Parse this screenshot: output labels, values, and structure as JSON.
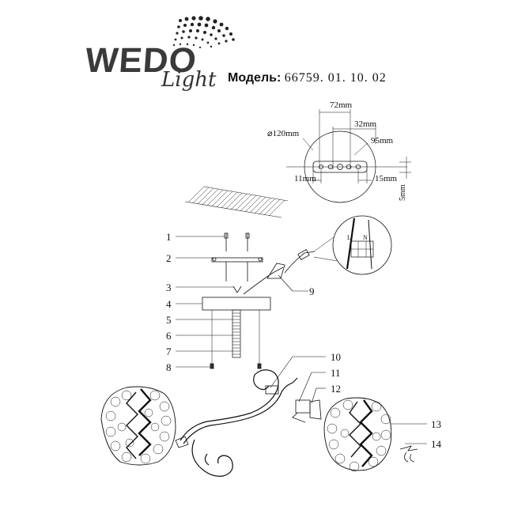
{
  "logo": {
    "main": "WEDO",
    "script": "Light"
  },
  "model": {
    "label": "Модель:",
    "number": "66759. 01. 10. 02"
  },
  "dimensions": {
    "d72": "72mm",
    "d32": "32mm",
    "diameter": "⌀120mm",
    "d95": "95mm",
    "d11": "11mm",
    "d15": "15mm",
    "d5": "5mm"
  },
  "wiring": {
    "L": "L",
    "N": "N"
  },
  "callouts": [
    "1",
    "2",
    "3",
    "4",
    "5",
    "6",
    "7",
    "8",
    "9",
    "10",
    "11",
    "12",
    "13",
    "14"
  ]
}
